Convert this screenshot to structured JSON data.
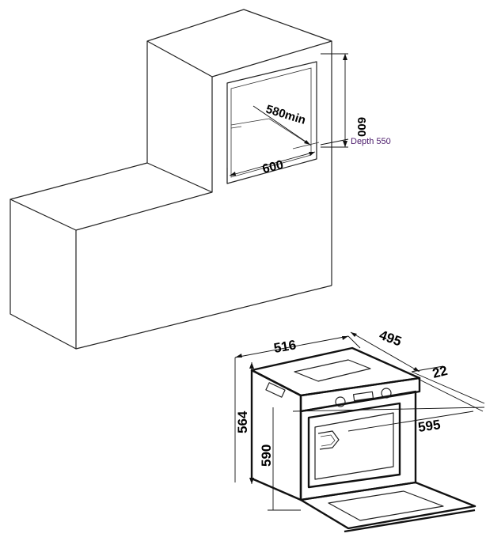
{
  "cabinet": {
    "height_label": "600",
    "depth_label": "580min",
    "width_label": "600",
    "depth_note": "Depth 550"
  },
  "oven": {
    "width_label": "516",
    "depth_label": "495",
    "front_thickness_label": "22",
    "overall_width_label": "595",
    "height_label": "564",
    "inner_height_label": "590"
  }
}
